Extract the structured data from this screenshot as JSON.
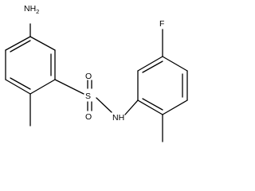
{
  "molecule": {
    "atoms": {
      "amino": {
        "main": "NH",
        "sub": "2"
      },
      "fluoro": "F",
      "sulfur": "S",
      "oxygen_top": "O",
      "oxygen_bottom": "O",
      "amide": "NH"
    }
  },
  "colors": {
    "bond": "#000000",
    "text": "#000000",
    "background": "#ffffff"
  }
}
